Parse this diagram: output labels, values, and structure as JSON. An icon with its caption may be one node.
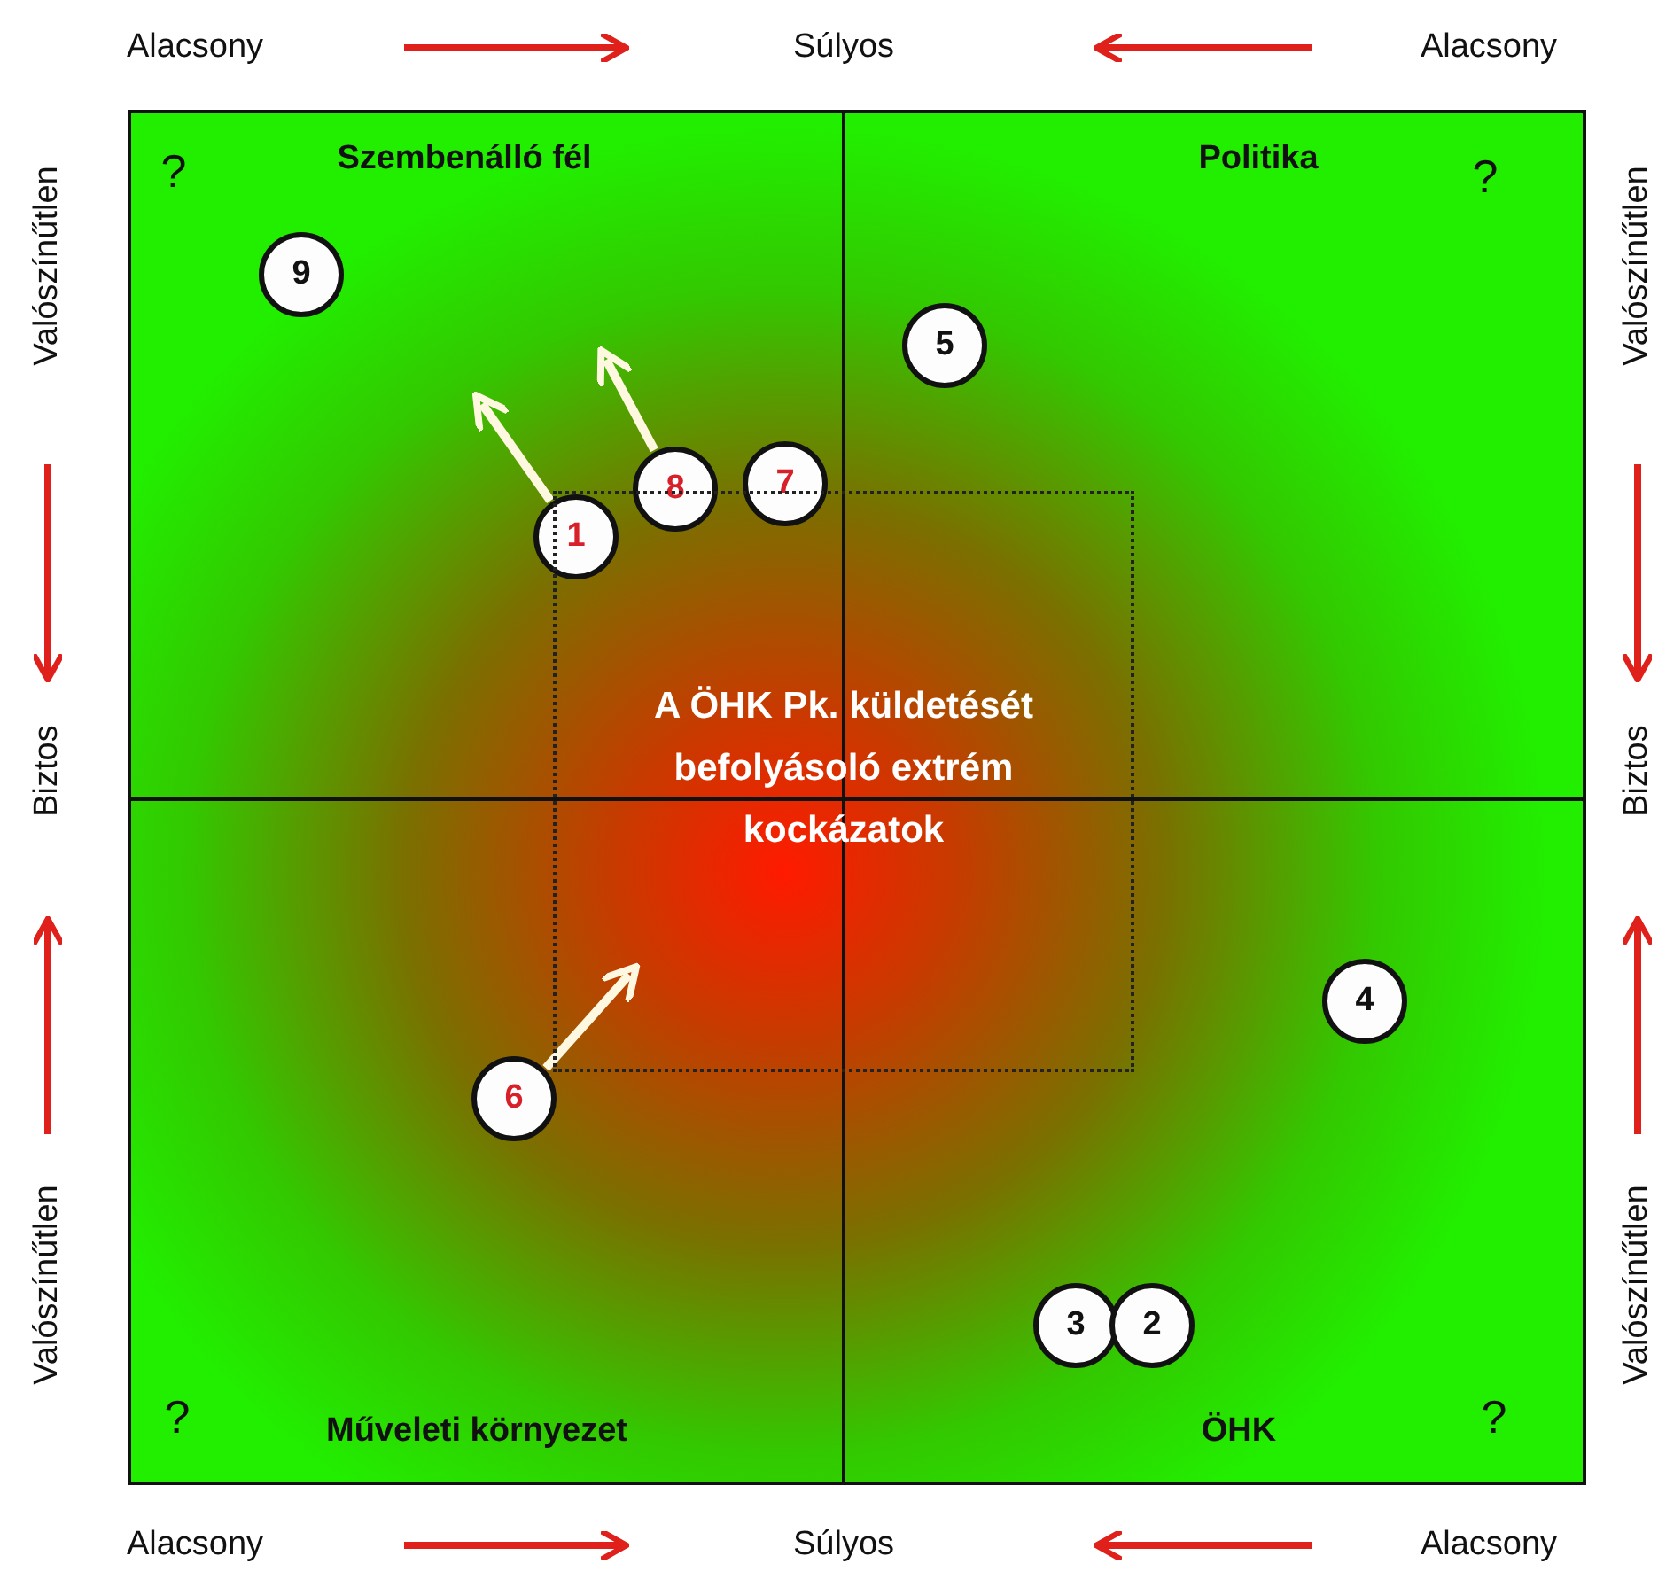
{
  "diagram": {
    "nodes": [
      {
        "text": [
          "9"
        ]
      },
      {
        "text": [
          "5"
        ]
      },
      {
        "text": [
          "7"
        ]
      },
      {
        "text": [
          "8"
        ]
      },
      {
        "text": [
          "1"
        ]
      },
      {
        "text": [
          "A ÖHK Pk. küldetését befolyásoló extrém kockázatok"
        ]
      },
      {
        "text": [
          "4"
        ]
      },
      {
        "text": [
          "6"
        ]
      },
      {
        "text": [
          "3"
        ]
      },
      {
        "text": [
          "2"
        ]
      }
    ],
    "edges": [
      {
        "from": 4,
        "to": null,
        "arrow": "to"
      },
      {
        "from": 3,
        "to": null,
        "arrow": "to"
      },
      {
        "from": 7,
        "to": 5,
        "arrow": "to"
      }
    ],
    "labels": [
      "Alacsony",
      "Súlyos",
      "Alacsony",
      "Valószínűtlen",
      "Valószínűtlen",
      "?",
      "Szembenálló fél",
      "Politika",
      "?",
      "Biztos",
      "Biztos",
      "Valószínűtlen",
      "Valószínűtlen",
      "?",
      "Műveleti környezet",
      "ÖHK",
      "?",
      "Alacsony",
      "Súlyos",
      "Alacsony"
    ]
  }
}
